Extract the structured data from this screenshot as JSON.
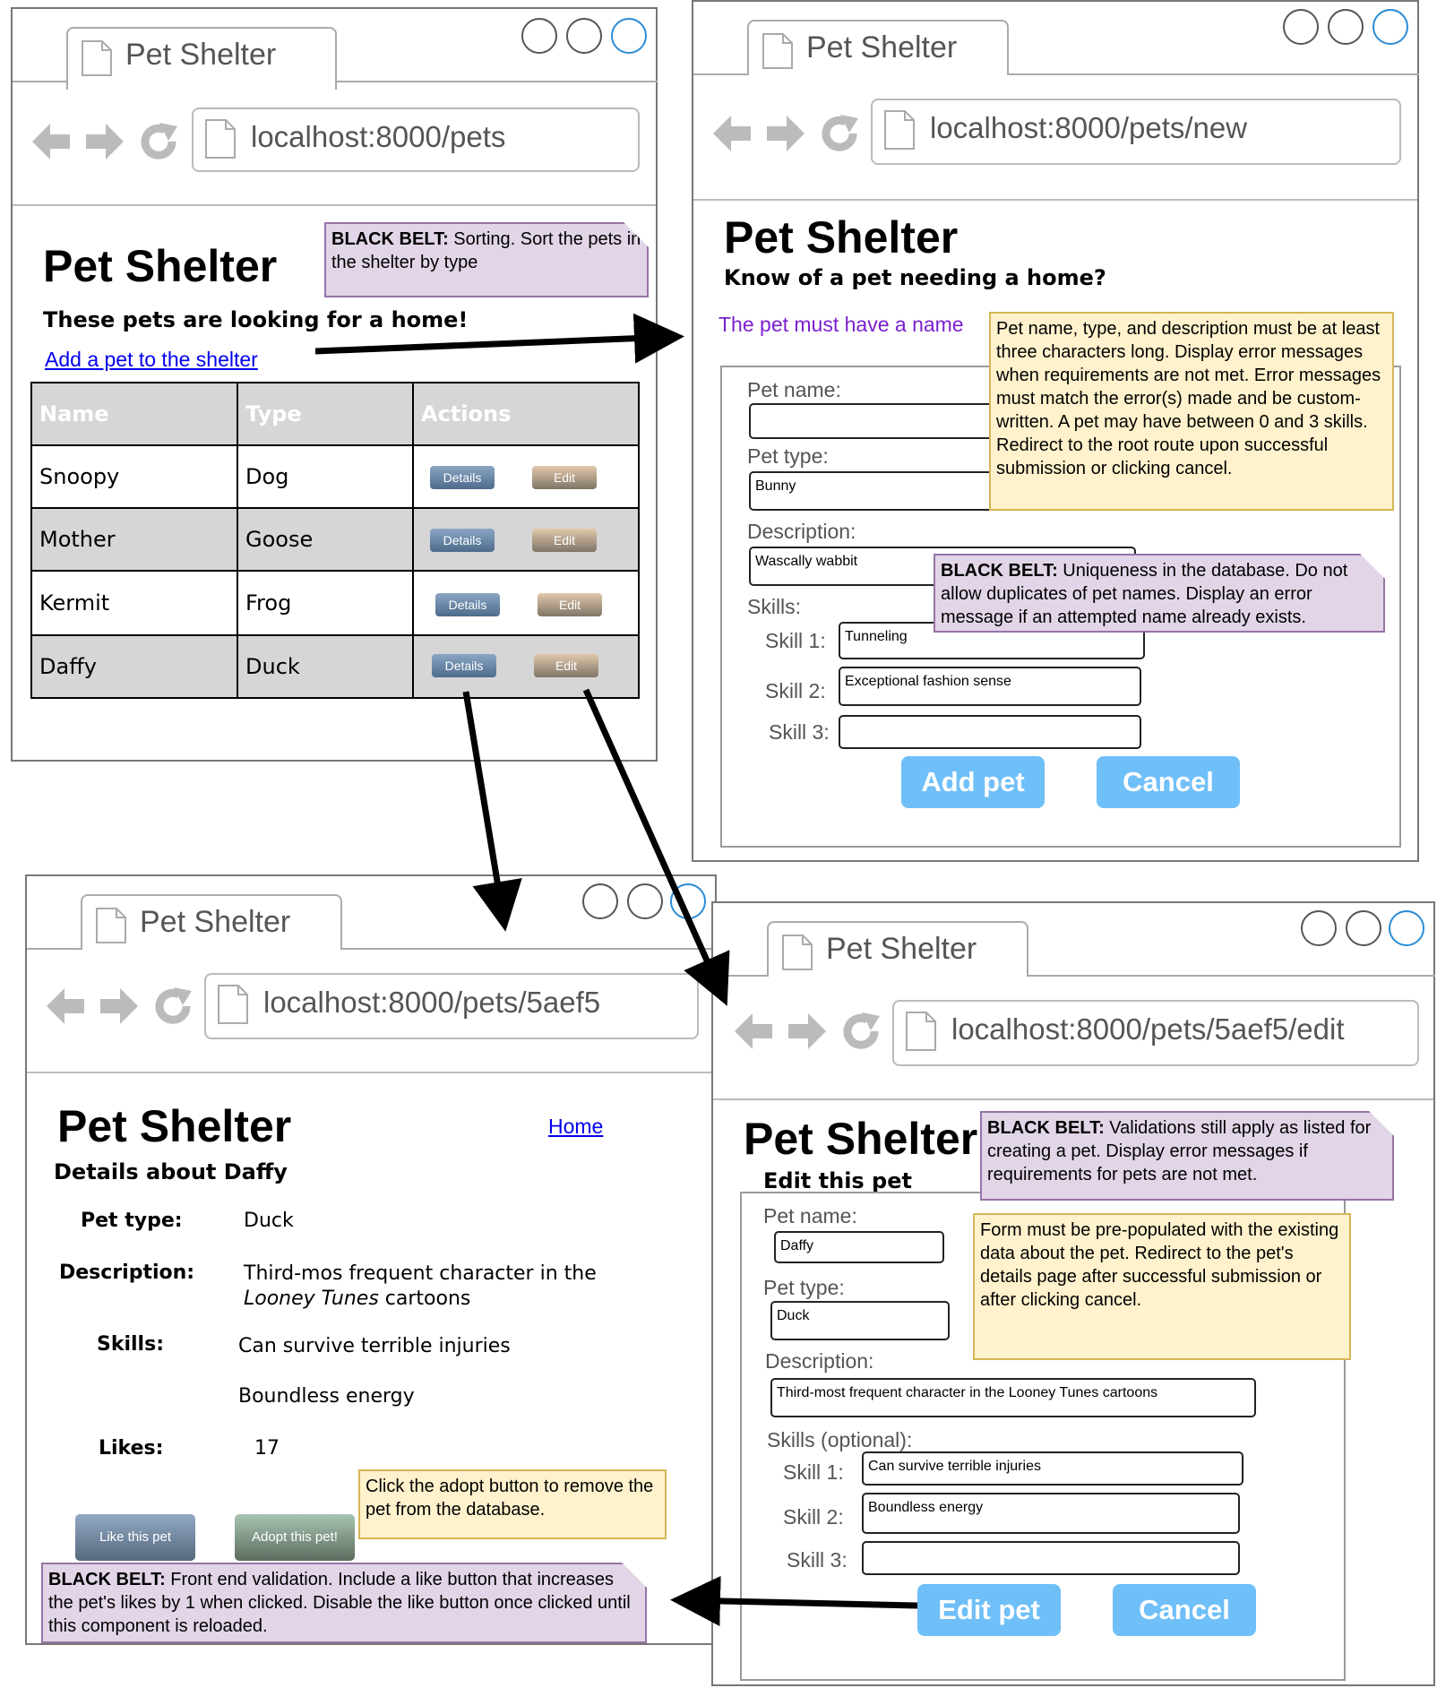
{
  "colors": {
    "purple_note": "#e1d5e7",
    "yellow_note": "#fff2cc",
    "primary_button": "#6fbff8",
    "error_text": "#7c1fd0",
    "link": "#0000ee"
  },
  "icons": {
    "window_controls": "circle-icon",
    "page": "page-icon",
    "back": "back-arrow-icon",
    "forward": "forward-arrow-icon",
    "reload": "reload-icon"
  },
  "w1": {
    "tab": "Pet Shelter",
    "url": "localhost:8000/pets",
    "title": "Pet Shelter",
    "subtitle": "These pets are looking for a home!",
    "link": "Add a pet to the shelter",
    "note": {
      "bold": "BLACK BELT:",
      "text": " Sorting. Sort the pets in the shelter by type"
    },
    "headers": [
      "Name",
      "Type",
      "Actions"
    ],
    "rows": [
      [
        "Snoopy",
        "Dog"
      ],
      [
        "Mother",
        "Goose"
      ],
      [
        "Kermit",
        "Frog"
      ],
      [
        "Daffy",
        "Duck"
      ]
    ],
    "details": "Details",
    "edit": "Edit"
  },
  "w2": {
    "tab": "Pet Shelter",
    "url": "localhost:8000/pets/new",
    "title": "Pet Shelter",
    "subtitle": "Know of a pet needing a home?",
    "error": "The pet must have a name",
    "note_yellow": "Pet name, type, and description must be at least three characters long. Display error messages when requirements are not met. Error messages must match the error(s) made and be custom-written. A pet may have between 0 and 3 skills. Redirect to the root route upon successful submission or clicking cancel.",
    "note_purple": {
      "bold": "BLACK BELT:",
      "text": " Uniqueness in the database. Do not allow duplicates of pet names. Display an error message if an attempted name already exists."
    },
    "pet_name_label": "Pet name:",
    "pet_name": "",
    "pet_type_label": "Pet type:",
    "pet_type": "Bunny",
    "desc_label": "Description:",
    "desc": "Wascally wabbit",
    "skills_label": "Skills:",
    "skill1_label": "Skill 1:",
    "skill1": "Tunneling",
    "skill2_label": "Skill 2:",
    "skill2": "Exceptional fashion sense",
    "skill3_label": "Skill 3:",
    "skill3": "",
    "submit": "Add pet",
    "cancel": "Cancel"
  },
  "w3": {
    "tab": "Pet Shelter",
    "url": "localhost:8000/pets/5aef5",
    "title": "Pet Shelter",
    "home": "Home",
    "subtitle": "Details about Daffy",
    "type_label": "Pet type:",
    "type": "Duck",
    "desc_label": "Description:",
    "desc_line1": "Third-mos frequent character in the",
    "desc_italic": "Looney Tunes",
    "desc_rest": " cartoons",
    "skills_label": "Skills:",
    "skill1": "Can survive terrible injuries",
    "skill2": "Boundless energy",
    "likes_label": "Likes:",
    "likes": "17",
    "note_yellow": "Click the adopt button to remove the pet from the database.",
    "like_btn": "Like this pet",
    "adopt_btn": "Adopt this pet!",
    "note_purple": {
      "bold": "BLACK BELT:",
      "text": " Front end validation. Include a like button that increases the pet's likes by 1 when clicked. Disable the like button once clicked until this component is reloaded."
    }
  },
  "w4": {
    "tab": "Pet Shelter",
    "url": "localhost:8000/pets/5aef5/edit",
    "title": "Pet Shelter",
    "subtitle": "Edit this pet",
    "note_purple": {
      "bold": "BLACK BELT:",
      "text": " Validations still apply as listed for creating a pet. Display error messages if requirements for pets are not met."
    },
    "note_yellow": "Form must be pre-populated with the existing data about the pet. Redirect to the pet's details page after successful submission or after clicking cancel.",
    "pet_name_label": "Pet name:",
    "pet_name": "Daffy",
    "pet_type_label": "Pet type:",
    "pet_type": "Duck",
    "desc_label": "Description:",
    "desc": "Third-most frequent character in the Looney Tunes cartoons",
    "skills_label": "Skills (optional):",
    "skill1_label": "Skill 1:",
    "skill1": "Can survive terrible injuries",
    "skill2_label": "Skill 2:",
    "skill2": "Boundless energy",
    "skill3_label": "Skill 3:",
    "skill3": "",
    "submit": "Edit pet",
    "cancel": "Cancel"
  }
}
